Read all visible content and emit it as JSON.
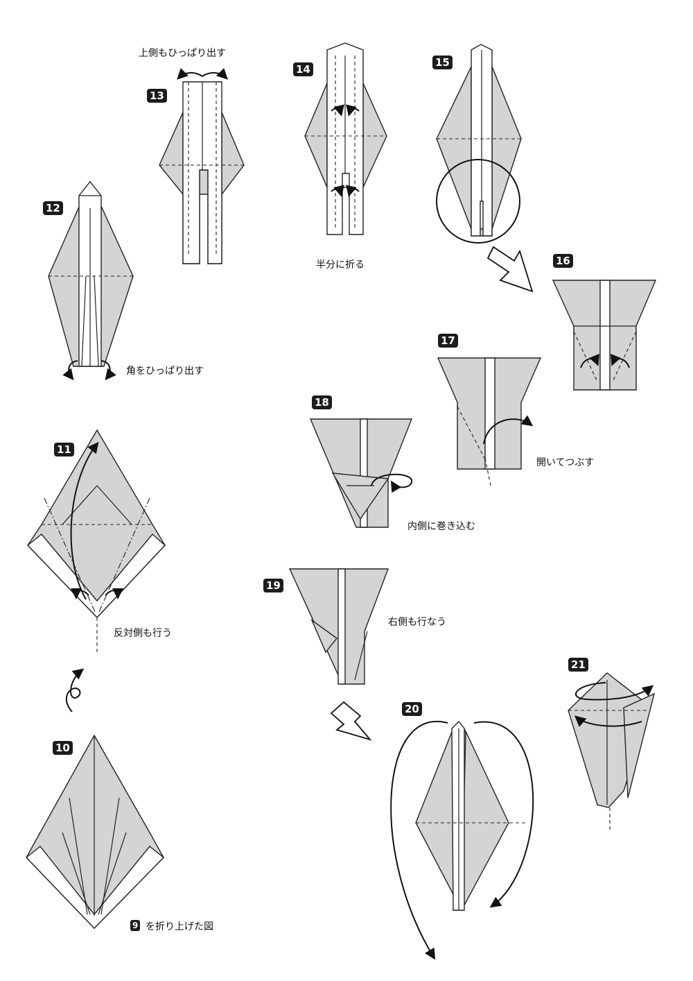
{
  "steps": {
    "s9": "9",
    "s10": "10",
    "s11": "11",
    "s12": "12",
    "s13": "13",
    "s14": "14",
    "s15": "15",
    "s16": "16",
    "s17": "17",
    "s18": "18",
    "s19": "19",
    "s20": "20",
    "s21": "21"
  },
  "labels": {
    "pull_top": "上側もひっぱり出す",
    "fold_half": "半分に折る",
    "pull_corner": "角をひっぱり出す",
    "open_squash": "開いてつぶす",
    "roll_inside": "内側に巻き込む",
    "opposite_side": "反対側も行う",
    "right_side": "右側も行なう",
    "fold_up_view": "を折り上げた図"
  },
  "icons": [
    "curved-arrow",
    "hollow-arrow",
    "magnifier-circle"
  ]
}
